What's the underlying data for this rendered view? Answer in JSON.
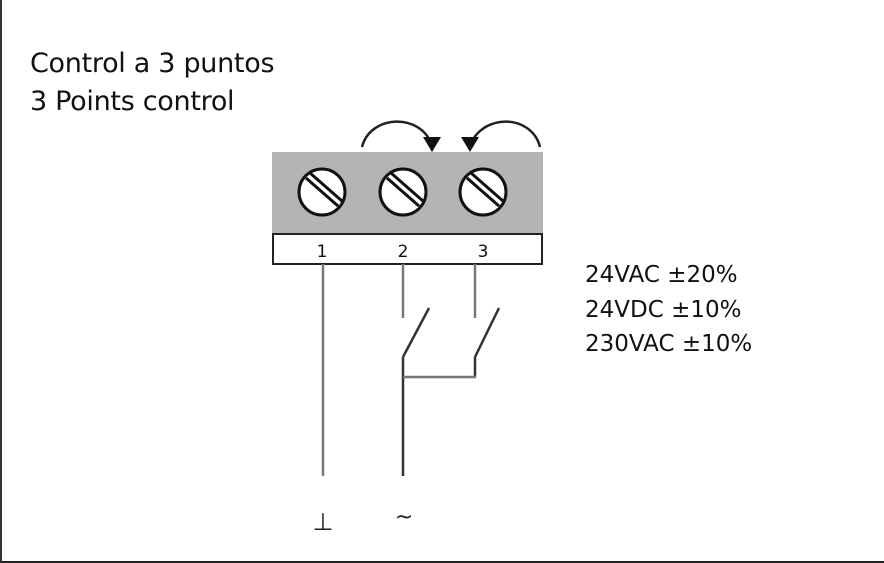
{
  "diagram": {
    "title_es": "Control a 3 puntos",
    "title_en": "3 Points control",
    "terminals": [
      {
        "label": "1"
      },
      {
        "label": "2"
      },
      {
        "label": "3"
      }
    ],
    "supply_specs": [
      "24VAC ±20%",
      "24VDC ±10%",
      "230VAC ±10%"
    ],
    "ground_symbol": "⊥",
    "ac_symbol": "~",
    "colors": {
      "terminal_block": "#b4b4b4",
      "wire": "#777777",
      "text": "#111111"
    }
  }
}
